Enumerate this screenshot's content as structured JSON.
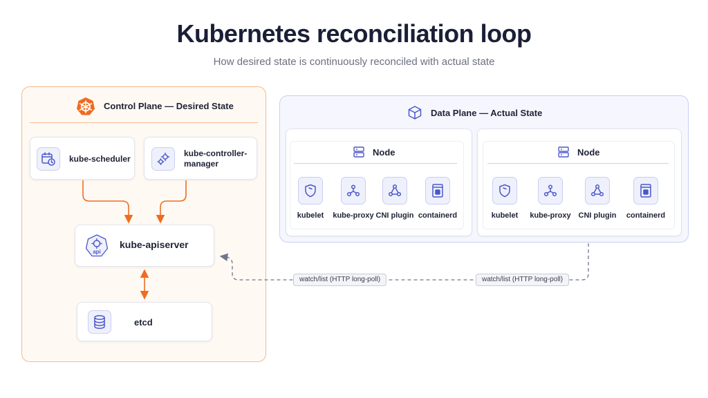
{
  "header": {
    "title": "Kubernetes reconciliation loop",
    "subtitle": "How desired state is continuously reconciled with actual state"
  },
  "control_plane": {
    "title": "Control Plane — Desired State",
    "scheduler": "kube-scheduler",
    "controller_manager_line1": "kube-controller-",
    "controller_manager_line2": "manager",
    "apiserver": "kube-apiserver",
    "api_badge": "api",
    "etcd": "etcd"
  },
  "data_plane": {
    "title": "Data Plane — Actual State",
    "nodes": [
      {
        "title": "Node",
        "components": [
          "kubelet",
          "kube-proxy",
          "CNI plugin",
          "containerd"
        ]
      },
      {
        "title": "Node",
        "components": [
          "kubelet",
          "kube-proxy",
          "CNI plugin",
          "containerd"
        ]
      }
    ]
  },
  "connections": {
    "watch_label_1": "watch/list (HTTP long-poll)",
    "watch_label_2": "watch/list (HTTP long-poll)"
  },
  "colors": {
    "accent_orange": "#ee6c1f",
    "icon_indigo": "#4b57c8",
    "dashed_gray": "#70768a"
  }
}
